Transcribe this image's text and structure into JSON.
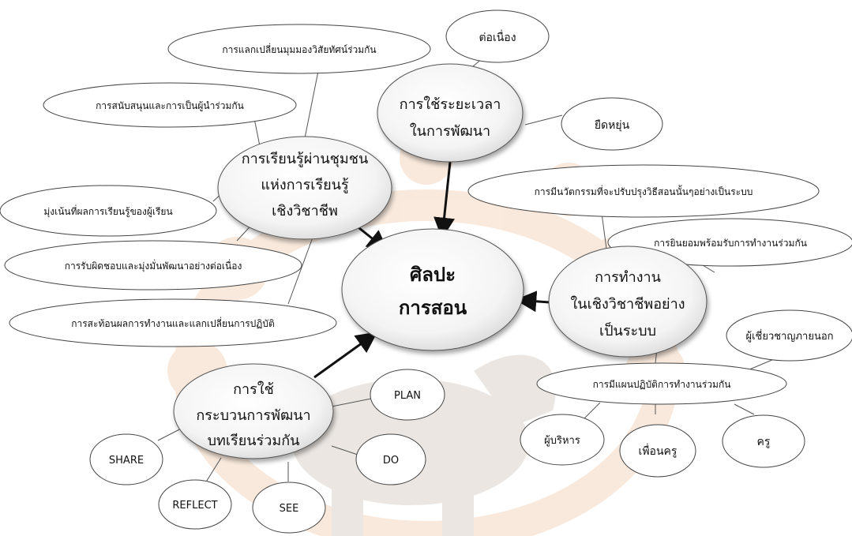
{
  "center": {
    "line1": "ศิลปะ",
    "line2": "การสอน"
  },
  "hubs": {
    "time": {
      "line1": "การใช้ระยะเวลา",
      "line2": "ในการพัฒนา"
    },
    "plc": {
      "line1": "การเรียนรู้ผ่านชุมชน",
      "line2": "แห่งการเรียนรู้",
      "line3": "เชิงวิชาชีพ"
    },
    "work": {
      "line1": "การทำงาน",
      "line2": "ในเชิงวิชาชีพอย่าง",
      "line3": "เป็นระบบ"
    },
    "lesson": {
      "line1": "การใช้",
      "line2": "กระบวนการพัฒนา",
      "line3": "บทเรียนร่วมกัน"
    }
  },
  "leaves": {
    "continuous": "ต่อเนื่อง",
    "flexible": "ยืดหยุ่น",
    "exchange": "การแลกเปลี่ยนมุมมองวิสัยทัศน์ร่วมกัน",
    "support": "การสนับสนุนและการเป็นผู้นำร่วมกัน",
    "learner": "มุ่งเน้นที่ผลการเรียนรู้ของผู้เรียน",
    "responsibility": "การรับผิดชอบและมุ่งมั่นพัฒนาอย่างต่อเนื่อง",
    "reflection": "การสะท้อนผลการทำงานและแลกเปลี่ยนการปฏิบัติ",
    "innovation": "การมีนวัตกรรมที่จะปรับปรุงวิธีสอนนั้นๆอย่างเป็นระบบ",
    "willing": "การยินยอมพร้อมรับการทำงานร่วมกัน",
    "plan_collab": "การมีแผนปฏิบัติการทำงานร่วมกัน",
    "expert": "ผู้เชี่ยวชาญภายนอก",
    "admin": "ผู้บริหาร",
    "peer": "เพื่อนครู",
    "teacher": "ครู",
    "plan": "PLAN",
    "do": "DO",
    "see": "SEE",
    "reflect": "REFLECT",
    "share": "SHARE"
  },
  "colors": {
    "outline": "#444444",
    "line": "#555555",
    "arrow": "#111111",
    "hub_fill": "#f2f2f2",
    "watermark": "#e07d2b"
  }
}
